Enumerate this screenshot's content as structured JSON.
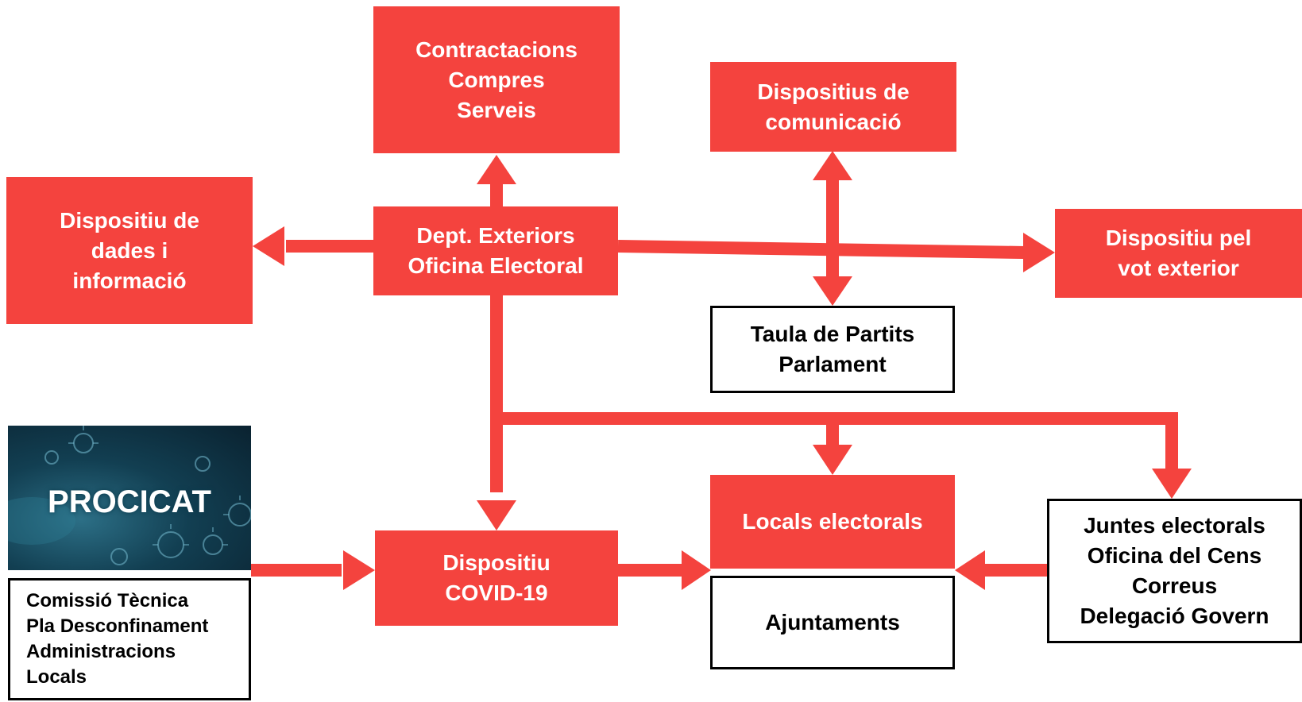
{
  "colors": {
    "accent": "#f4433e",
    "box_text": "#ffffff",
    "outline": "#000000"
  },
  "boxes": {
    "contractacions": [
      "Contractacions",
      "Compres",
      "Serveis"
    ],
    "comunicacio": [
      "Dispositius de",
      "comunicació"
    ],
    "dades": [
      "Dispositiu de",
      "dades i",
      "informació"
    ],
    "exteriors": [
      "Dept. Exteriors",
      "Oficina Electoral"
    ],
    "vot_exterior": [
      "Dispositiu pel",
      "vot exterior"
    ],
    "taula": [
      "Taula de Partits",
      "Parlament"
    ],
    "locals": [
      "Locals electorals"
    ],
    "juntes": [
      "Juntes electorals",
      "Oficina del Cens",
      "Correus",
      "Delegació Govern"
    ],
    "covid": [
      "Dispositiu",
      "COVID-19"
    ],
    "ajuntaments": [
      "Ajuntaments"
    ],
    "comissio": [
      "Comissió Tècnica",
      "Pla Desconfinament",
      "Administracions",
      "Locals"
    ]
  },
  "banner": {
    "title": "PROCICAT",
    "icon": "virus-icon"
  }
}
